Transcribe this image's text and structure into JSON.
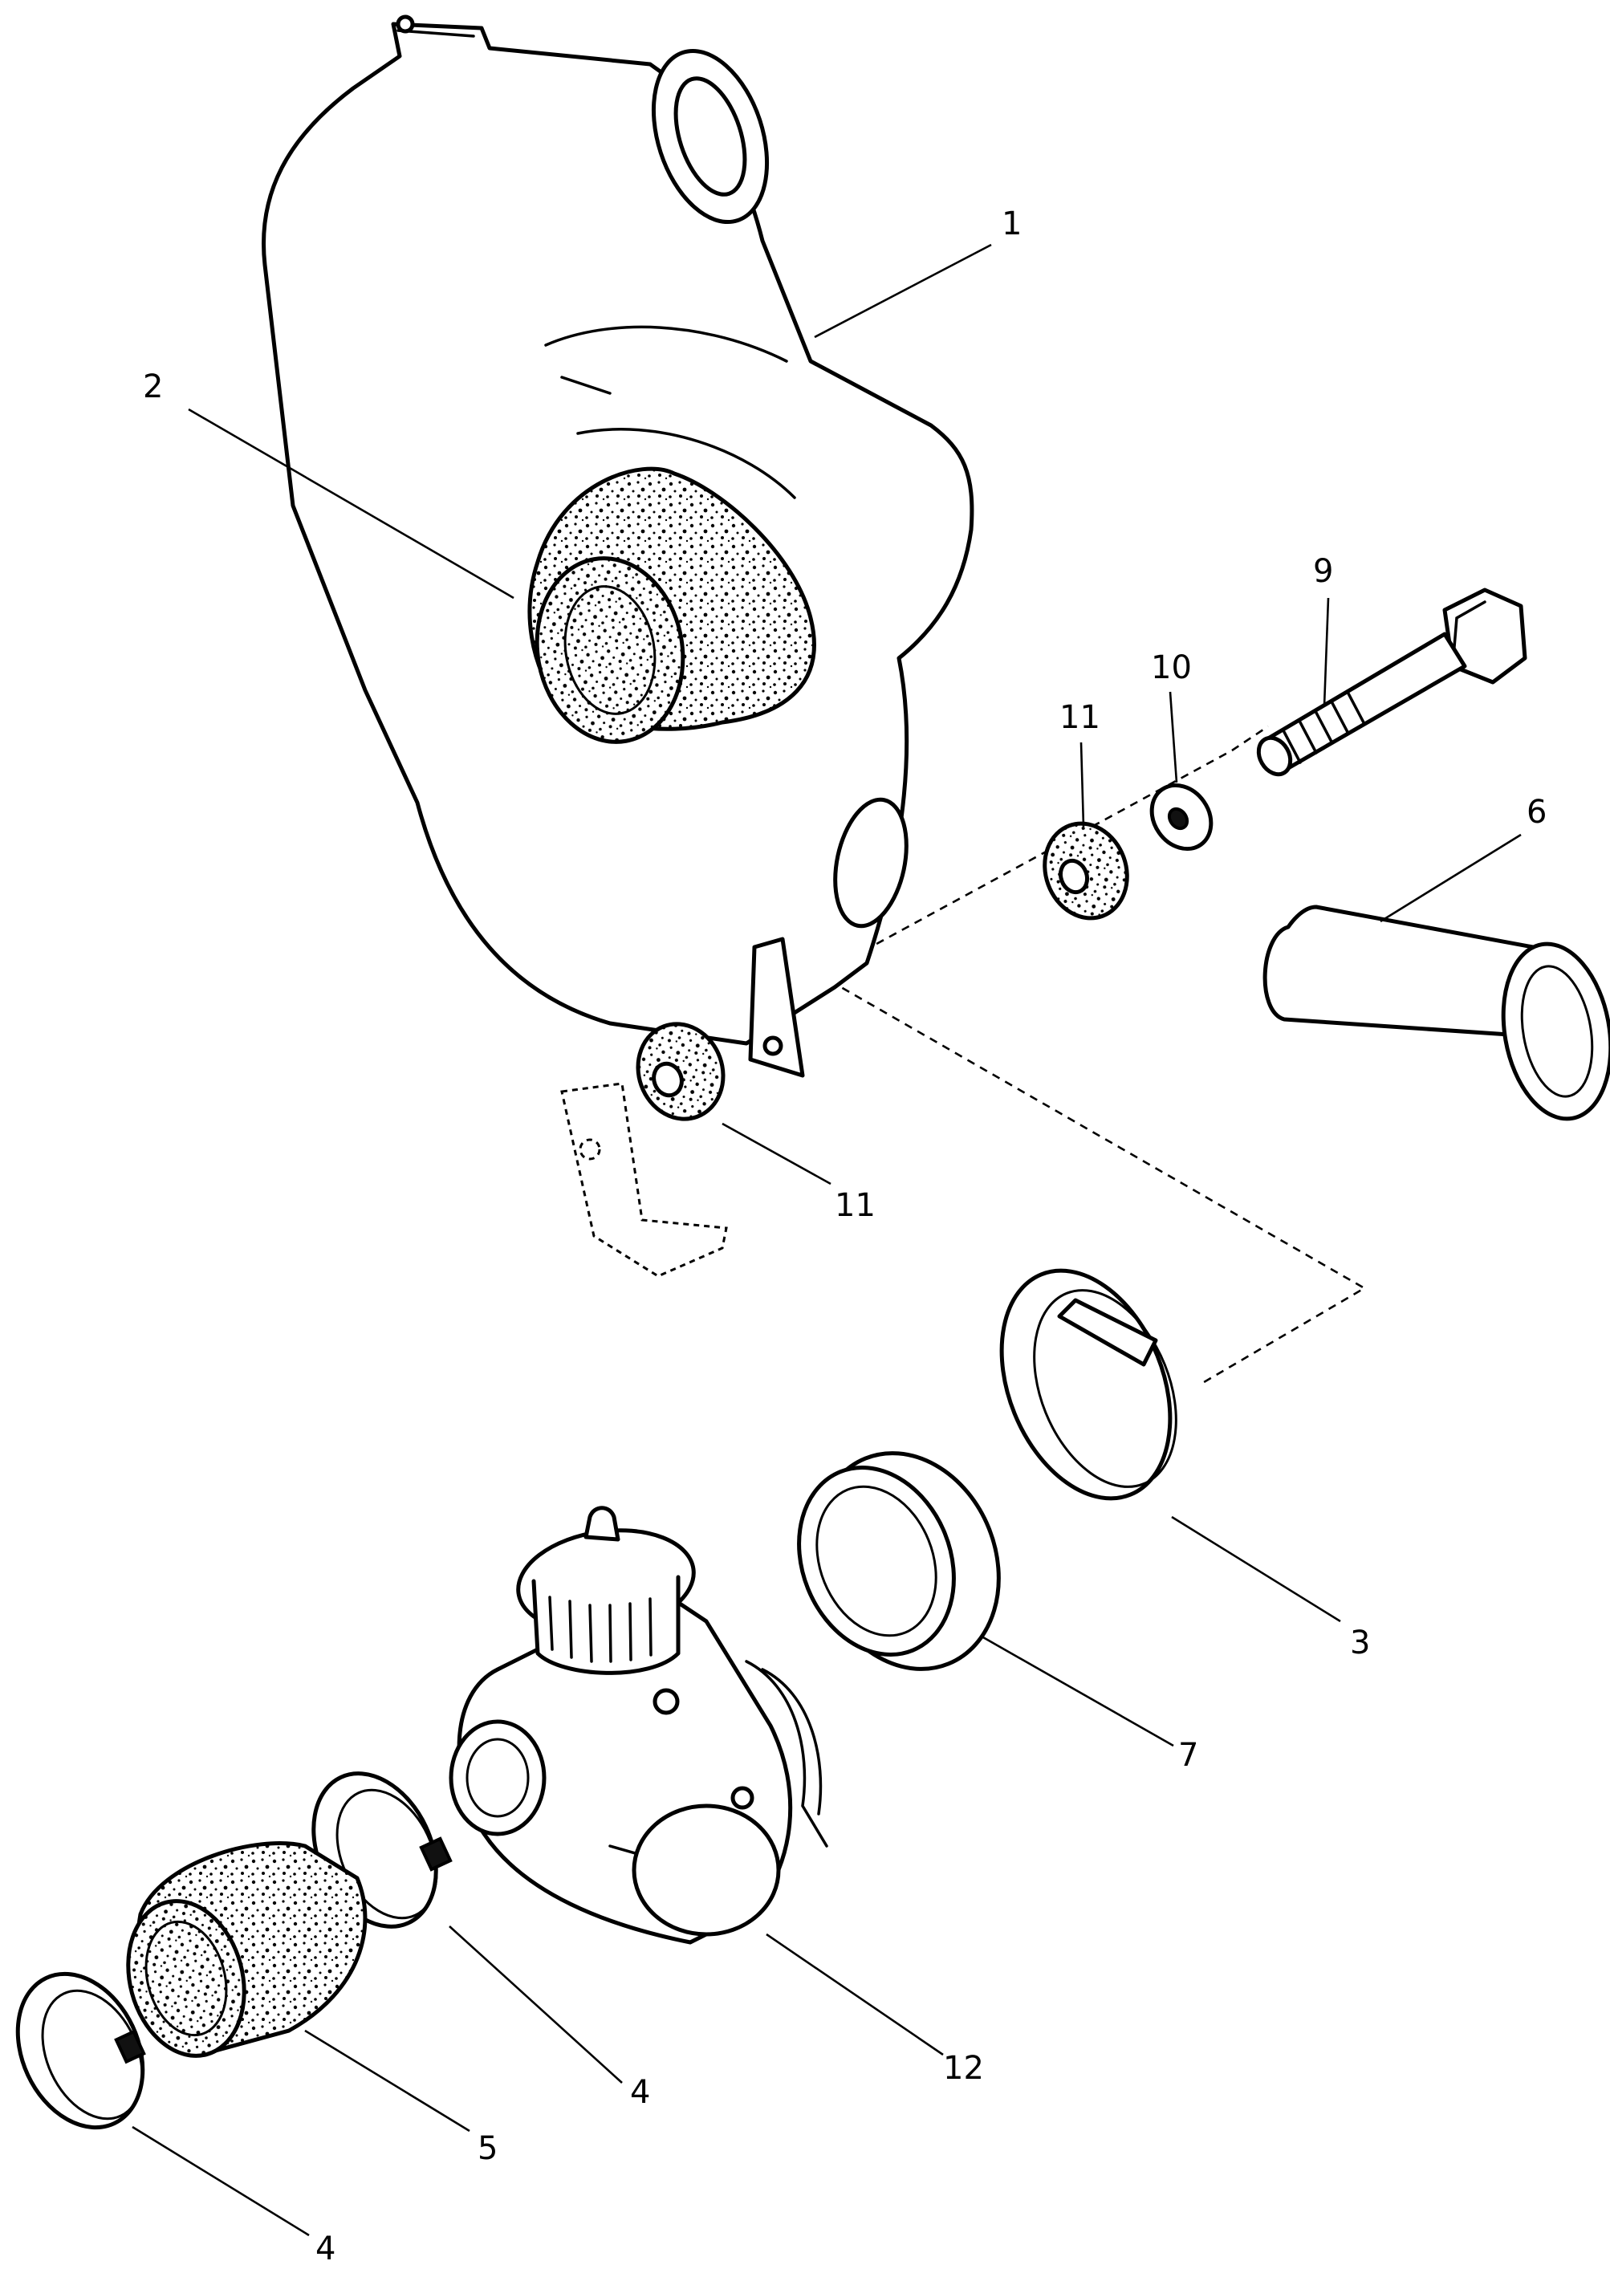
{
  "callouts": [
    {
      "id": "c1",
      "label": "1"
    },
    {
      "id": "c2",
      "label": "2"
    },
    {
      "id": "c9",
      "label": "9"
    },
    {
      "id": "c10",
      "label": "10"
    },
    {
      "id": "c11a",
      "label": "11"
    },
    {
      "id": "c6",
      "label": "6"
    },
    {
      "id": "c11b",
      "label": "11"
    },
    {
      "id": "c3",
      "label": "3"
    },
    {
      "id": "c7",
      "label": "7"
    },
    {
      "id": "c4a",
      "label": "4"
    },
    {
      "id": "c12",
      "label": "12"
    },
    {
      "id": "c5",
      "label": "5"
    },
    {
      "id": "c4b",
      "label": "4"
    }
  ]
}
